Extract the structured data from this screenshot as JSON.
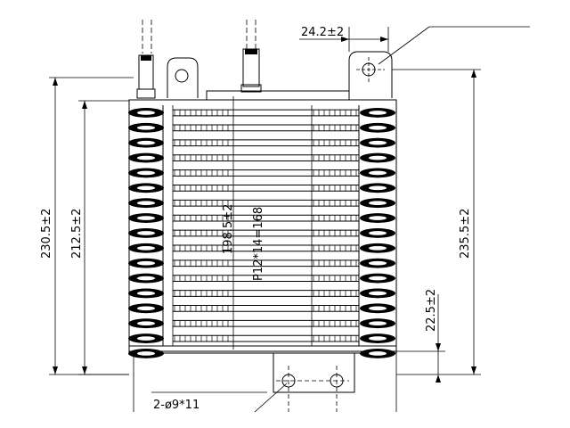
{
  "dimensions": {
    "top_width": "24.2±2",
    "overall_height_left": "230.5±2",
    "core_height_left": "212.5±2",
    "inner_height": "198.5±2",
    "pitch": "P12*14=168",
    "overall_height_right": "235.5±2",
    "bracket_offset": "22.5±2",
    "mount_holes": "2-ø9*11"
  },
  "colors": {
    "line": "#000000",
    "background": "#ffffff"
  }
}
